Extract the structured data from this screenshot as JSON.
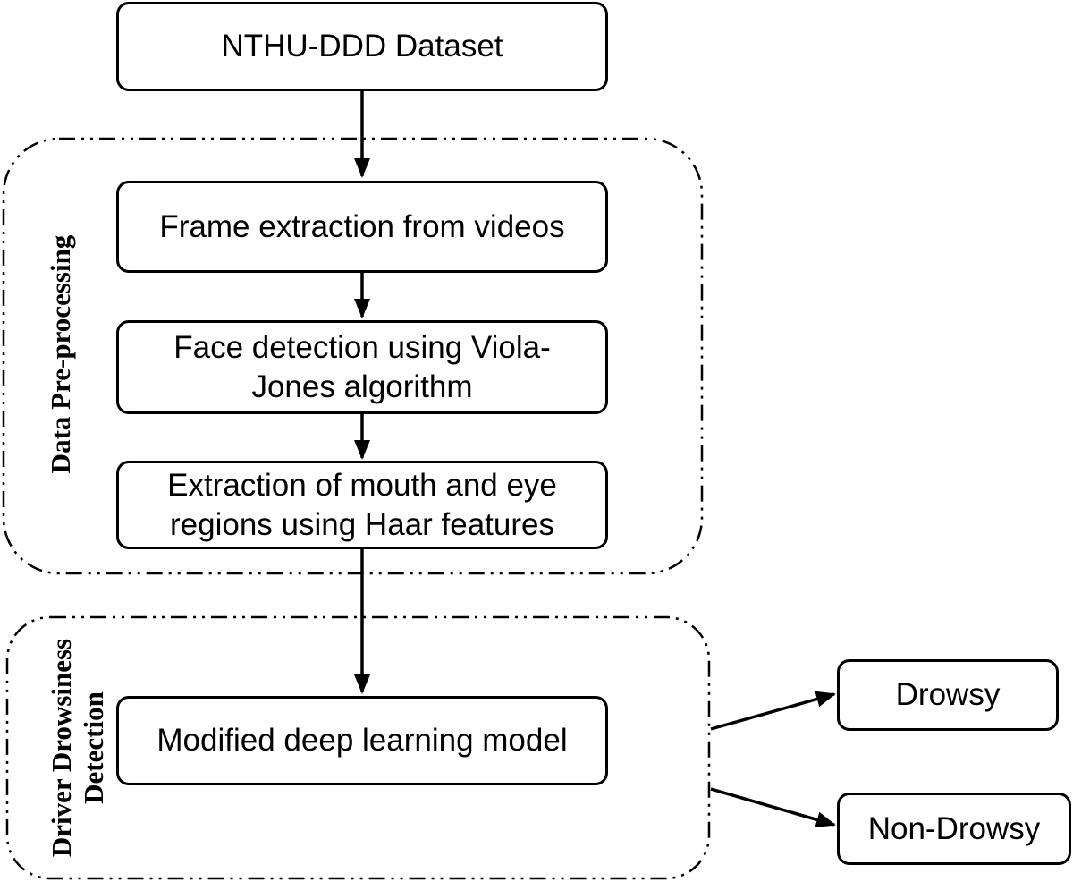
{
  "flowchart": {
    "dataset_box": "NTHU-DDD Dataset",
    "preprocessing": {
      "group_label": "Data Pre-processing",
      "steps": [
        "Frame extraction from videos",
        "Face detection using Viola-Jones algorithm",
        "Extraction of mouth and eye regions using Haar features"
      ]
    },
    "detection": {
      "group_label_line1": "Driver Drowsiness",
      "group_label_line2": "Detection",
      "model_box": "Modified deep learning model"
    },
    "outputs": [
      "Drowsy",
      "Non-Drowsy"
    ]
  }
}
